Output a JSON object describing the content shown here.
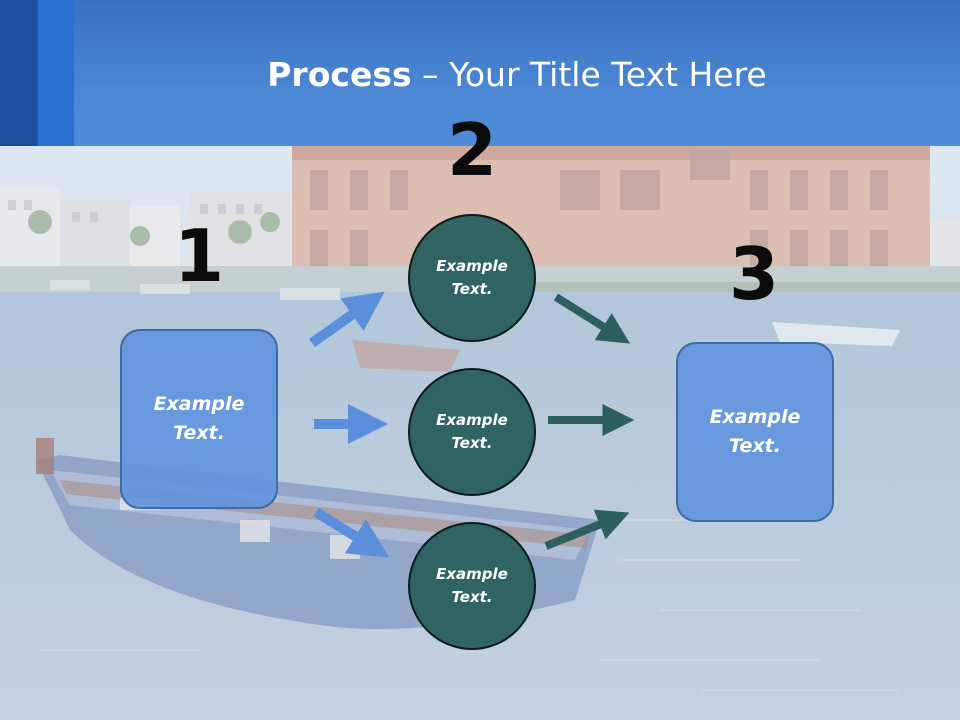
{
  "title": {
    "bold": "Process",
    "rest": " – Your Title Text Here"
  },
  "steps": [
    {
      "number": "1",
      "text": "Example Text."
    },
    {
      "number": "2",
      "items": [
        "Example Text.",
        "Example Text.",
        "Example Text."
      ]
    },
    {
      "number": "3",
      "text": "Example Text."
    }
  ],
  "colors": {
    "title_bar": "#4a86d4",
    "box_fill": "#6294dd",
    "circle_fill": "#2f6462",
    "arrow_blue": "#5b8fdb",
    "arrow_teal": "#2c5f5d"
  }
}
